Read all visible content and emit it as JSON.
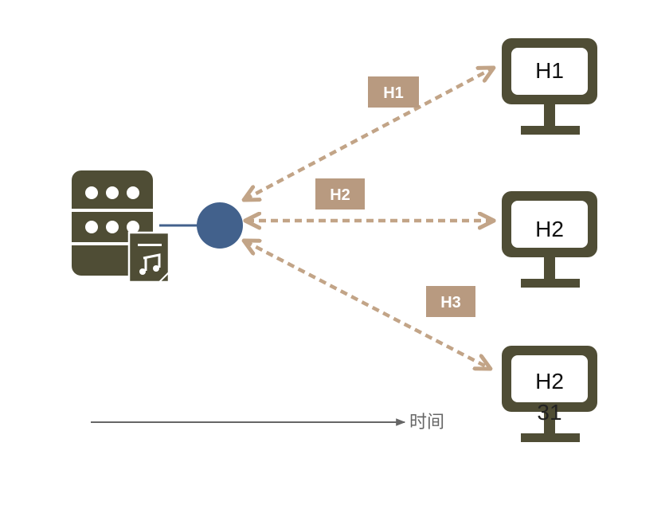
{
  "colors": {
    "device": "#4f4d35",
    "arrow": "#c2a487",
    "node": "#42618c",
    "label_bg": "#b89a80",
    "timeline": "#666666"
  },
  "server": {
    "icon": "server-icon",
    "badge_icon": "music-note-icon"
  },
  "node": {
    "icon": "circle-node"
  },
  "streams": [
    {
      "label": "H1"
    },
    {
      "label": "H2"
    },
    {
      "label": "H3"
    }
  ],
  "hosts": [
    {
      "label": "H1",
      "icon": "monitor-icon"
    },
    {
      "label": "H2",
      "icon": "monitor-icon"
    },
    {
      "label": "H2",
      "icon": "monitor-icon"
    }
  ],
  "timeline": {
    "label": "时间"
  },
  "page_number": "31"
}
